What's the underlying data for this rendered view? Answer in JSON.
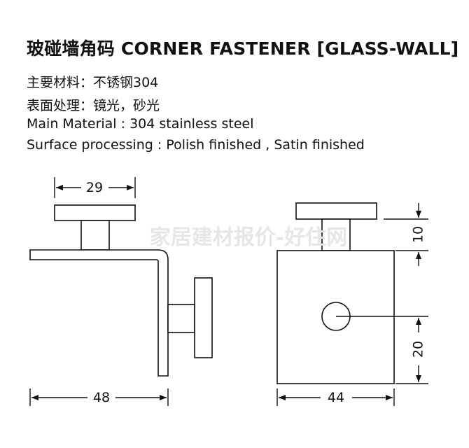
{
  "title": "玻碰墙角码 CORNER FASTENER [GLASS-WALL]",
  "specs": {
    "material_cn": "主要材料：不锈钢304",
    "surface_cn": "表面处理：镜光，砂光",
    "material_en": "Main Material : 304 stainless steel",
    "surface_en": "Surface processing : Polish finished , Satin finished"
  },
  "dimensions": {
    "side_top_width": "29",
    "side_bottom_width": "48",
    "front_bottom_width": "44",
    "front_top_height": "10",
    "front_hole_height": "20"
  },
  "watermark": "家居建材报价-好住网"
}
